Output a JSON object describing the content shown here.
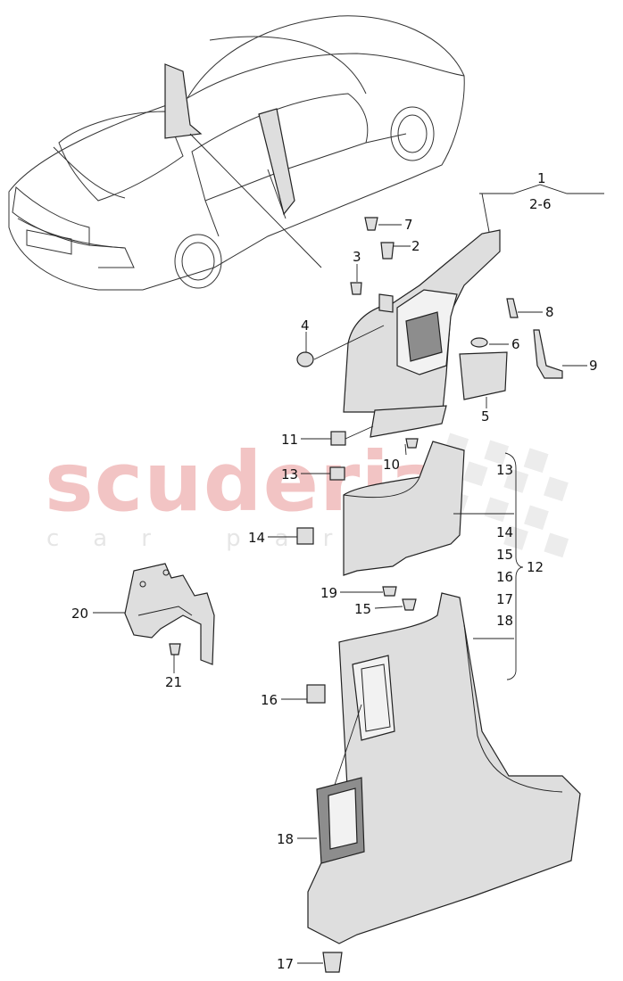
{
  "watermark": {
    "brand": "scuderia",
    "tagline": "car parts"
  },
  "callouts": {
    "c1": "1",
    "c1_range": "2-6",
    "c2": "2",
    "c3": "3",
    "c4": "4",
    "c5": "5",
    "c6": "6",
    "c7": "7",
    "c8": "8",
    "c9": "9",
    "c10": "10",
    "c11": "11",
    "c12": "12",
    "c13": "13",
    "c14": "14",
    "c15": "15",
    "c16": "16",
    "c17": "17",
    "c18": "18",
    "c19": "19",
    "c20": "20",
    "c21": "21",
    "g13": "13",
    "g14": "14",
    "g15": "15",
    "g16": "16",
    "g17": "17",
    "g18": "18"
  },
  "colors": {
    "watermark_red": "#f2c4c4",
    "part_fill": "#dedede",
    "dark_fill": "#8d8d8d"
  }
}
